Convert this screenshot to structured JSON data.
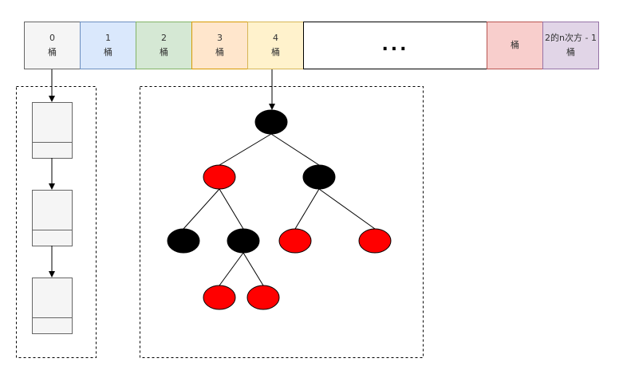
{
  "buckets": [
    {
      "index": "0",
      "label": "桶",
      "cls": "b0"
    },
    {
      "index": "1",
      "label": "桶",
      "cls": "b1"
    },
    {
      "index": "2",
      "label": "桶",
      "cls": "b2"
    },
    {
      "index": "3",
      "label": "桶",
      "cls": "b3"
    },
    {
      "index": "4",
      "label": "桶",
      "cls": "b4"
    },
    {
      "index": "",
      "label": "...",
      "cls": "bdots"
    },
    {
      "index": "",
      "label": "桶",
      "cls": "bred"
    },
    {
      "index": "2的n次方 - 1",
      "label": "桶",
      "cls": "blast"
    }
  ],
  "colors": {
    "node_black": "#000000",
    "node_red": "#ff0000",
    "list_node_fill": "#f5f5f5",
    "list_node_border": "#666666"
  },
  "tree": {
    "nodes": [
      {
        "id": "root",
        "color": "black"
      },
      {
        "id": "l",
        "color": "red"
      },
      {
        "id": "r",
        "color": "black"
      },
      {
        "id": "ll",
        "color": "black"
      },
      {
        "id": "lr",
        "color": "black"
      },
      {
        "id": "rl",
        "color": "red"
      },
      {
        "id": "rr",
        "color": "red"
      },
      {
        "id": "lrl",
        "color": "red"
      },
      {
        "id": "lrr",
        "color": "red"
      }
    ],
    "edges": [
      [
        "root",
        "l"
      ],
      [
        "root",
        "r"
      ],
      [
        "l",
        "ll"
      ],
      [
        "l",
        "lr"
      ],
      [
        "r",
        "rl"
      ],
      [
        "r",
        "rr"
      ],
      [
        "lr",
        "lrl"
      ],
      [
        "lr",
        "lrr"
      ]
    ]
  },
  "linked_list": {
    "nodes": [
      {
        "id": "n1"
      },
      {
        "id": "n2"
      },
      {
        "id": "n3"
      }
    ]
  }
}
